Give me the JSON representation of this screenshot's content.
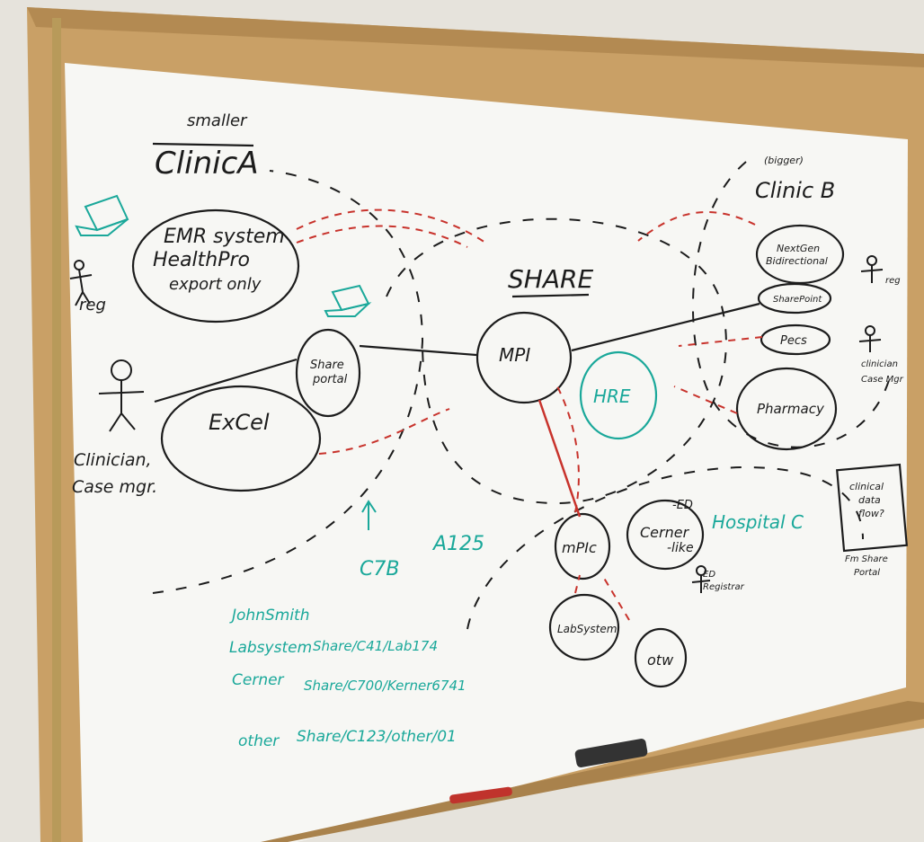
{
  "clinic_a": {
    "size_note": "smaller",
    "title": "ClinicA",
    "emr_line1": "EMR system",
    "emr_line2": "HealthPro",
    "emr_line3": "export only",
    "excel": "ExCel",
    "share_portal_1": "Share",
    "share_portal_2": "portal",
    "reg": "reg",
    "clinician_1": "Clinician,",
    "clinician_2": "Case mgr."
  },
  "share": {
    "title": "SHARE",
    "mpi": "MPI",
    "hre": "HRE"
  },
  "clinic_b": {
    "size_note": "(bigger)",
    "title": "Clinic B",
    "nextgen_1": "NextGen",
    "nextgen_2": "Bidirectional",
    "sharepoint": "SharePoint",
    "pecs": "Pecs",
    "pharmacy": "Pharmacy",
    "reg": "reg",
    "clinician_1": "clinician",
    "clinician_2": "Case Mgr"
  },
  "hospital_c": {
    "title": "Hospital C",
    "mpic": "mPIc",
    "cerner_1": "Cerner",
    "cerner_2": "-like",
    "ed": "-ED",
    "ed_registrar_1": "ED",
    "ed_registrar_2": "Registrar",
    "lab_system": "LabSystem",
    "otw": "otw"
  },
  "note_box": {
    "line1": "clinical",
    "line2": "data",
    "line3": "flow?",
    "line4": "Fm Share",
    "line5": "Portal"
  },
  "ids": {
    "c7b": "C7B",
    "a125": "A125",
    "row1_left": "JohnSmith",
    "row2_left": "Labsystem",
    "row2_right": "Share/C41/Lab174",
    "row3_left": "Cerner",
    "row3_right": "Share/C700/Kerner6741",
    "row4_left": "other",
    "row4_right": "Share/C123/other/01"
  },
  "colors": {
    "frame": "#c9a066",
    "board": "#f6f6f3",
    "marker_black": "#1c1c1c",
    "marker_red": "#c8332c",
    "marker_teal": "#1aa89a"
  }
}
